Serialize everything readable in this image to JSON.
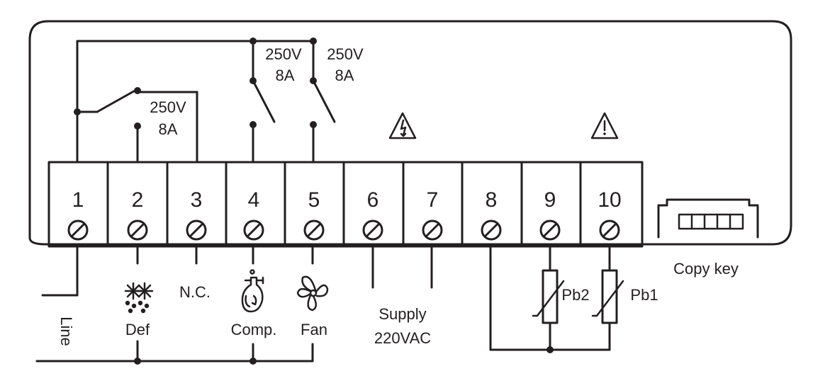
{
  "terminals": [
    "1",
    "2",
    "3",
    "4",
    "5",
    "6",
    "7",
    "8",
    "9",
    "10"
  ],
  "relay_ratings": {
    "relay_1": {
      "voltage": "250V",
      "current": "8A"
    },
    "relay_2": {
      "voltage": "250V",
      "current": "8A"
    },
    "relay_3": {
      "voltage": "250V",
      "current": "8A"
    }
  },
  "labels": {
    "line": "Line",
    "def": "Def",
    "nc": "N.C.",
    "comp": "Comp.",
    "fan": "Fan",
    "supply_1": "Supply",
    "supply_2": "220VAC",
    "pb2": "Pb2",
    "pb1": "Pb1",
    "copy_key": "Copy key"
  },
  "icons": [
    "electric-shock-warning-icon",
    "warning-icon",
    "defrost-icon",
    "compressor-icon",
    "fan-icon",
    "thermistor-icon",
    "copy-key-port-icon"
  ],
  "colors": {
    "ink": "#231f20",
    "background": "#ffffff"
  }
}
